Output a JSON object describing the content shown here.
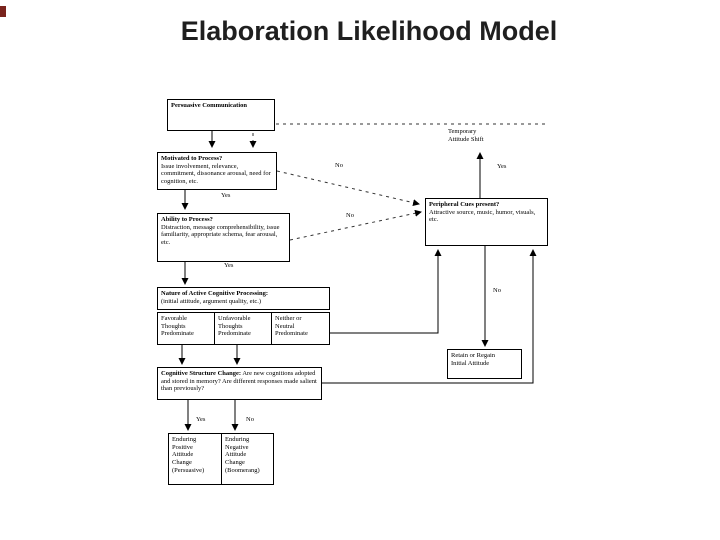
{
  "slide": {
    "title": "Elaboration Likelihood Model"
  },
  "diagram": {
    "boxes": {
      "persuasive": {
        "title": "Persuasive Communication"
      },
      "motivated": {
        "title": "Motivated to Process?",
        "body": "Issue involvement, relevance, commitment, dissonance arousal, need for cognition, etc."
      },
      "ability": {
        "title": "Ability to Process?",
        "body": "Distraction, message comprehensibility, issue familiarity, appropriate schema, fear arousal, etc."
      },
      "nature": {
        "title": "Nature of Active Cognitive Processing:",
        "body": "(initial attitude, argument quality, etc.)"
      },
      "favorable": {
        "text": "Favorable\nThoughts\nPredominate"
      },
      "unfavorable": {
        "text": "Unfavorable\nThoughts\nPredominate"
      },
      "neutral": {
        "text": "Neither or\nNeutral\nPredominate"
      },
      "cognitive": {
        "title": "Cognitive Structure Change:",
        "body": " Are new cognitions adopted and stored in memory? Are different responses made salient than previously?"
      },
      "peripheral": {
        "title": "Peripheral Cues present?",
        "body": "Attractive source, music, humor, visuals, etc."
      },
      "temporary": {
        "text": "Temporary\nAttitude Shift"
      },
      "retain": {
        "text": "Retain or Regain\nInitial Attitude"
      },
      "enduring_positive": {
        "text": "Enduring\nPositive\nAttitude\nChange\n(Persuasive)"
      },
      "enduring_negative": {
        "text": "Enduring\nNegative\nAttitude\nChange\n(Boomerang)"
      }
    },
    "edge_labels": {
      "motivated_yes": "Yes",
      "motivated_no": "No",
      "ability_yes": "Yes",
      "ability_no": "No",
      "peripheral_yes": "Yes",
      "peripheral_no": "No",
      "cognitive_yes": "Yes",
      "cognitive_no": "No"
    }
  }
}
